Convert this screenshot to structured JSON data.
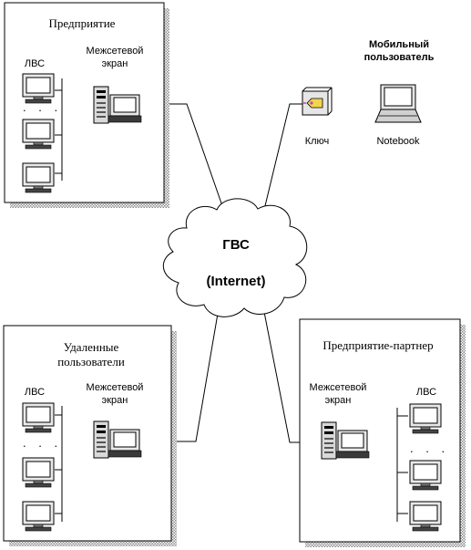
{
  "enterprise": {
    "title": "Предприятие",
    "lan_label": "ЛВС",
    "firewall_label_1": "Межсетевой",
    "firewall_label_2": "экран",
    "dots": ". . ."
  },
  "mobile": {
    "title_1": "Мобильный",
    "title_2": "пользователь",
    "key_label": "Ключ",
    "notebook_label": "Notebook"
  },
  "wan": {
    "label": "ГВС",
    "sublabel": "(Internet)"
  },
  "remote": {
    "title_1": "Удаленные",
    "title_2": "пользователи",
    "lan_label": "ЛВС",
    "firewall_label_1": "Межсетевой",
    "firewall_label_2": "экран",
    "dots": ". . ."
  },
  "partner": {
    "title": "Предприятие-партнер",
    "lan_label": "ЛВС",
    "firewall_label_1": "Межсетевой",
    "firewall_label_2": "экран",
    "dots": ". . ."
  }
}
